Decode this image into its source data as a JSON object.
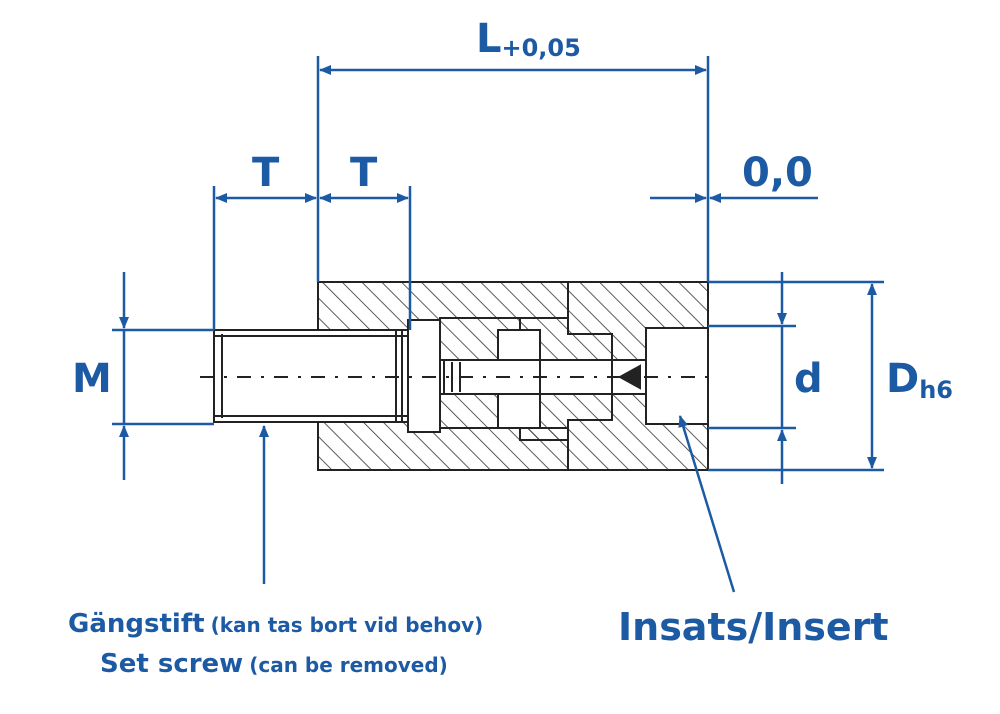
{
  "labels": {
    "length": "L",
    "length_tol": "+0,05",
    "thread_length_left": "T",
    "thread_length_right": "T",
    "offset": "0,0",
    "thread_dia": "M",
    "inner_dia": "d",
    "outer_dia": "D",
    "outer_dia_tol": "h6"
  },
  "callouts": {
    "set_screw_sv": "Gängstift",
    "set_screw_sv_note": "(kan tas bort vid behov)",
    "set_screw_en": "Set screw",
    "set_screw_en_note": "(can be removed)",
    "insert": "Insats/Insert"
  },
  "colors": {
    "dimension": "#1d5aa4",
    "outline": "#222222",
    "hatch": "#333333"
  }
}
